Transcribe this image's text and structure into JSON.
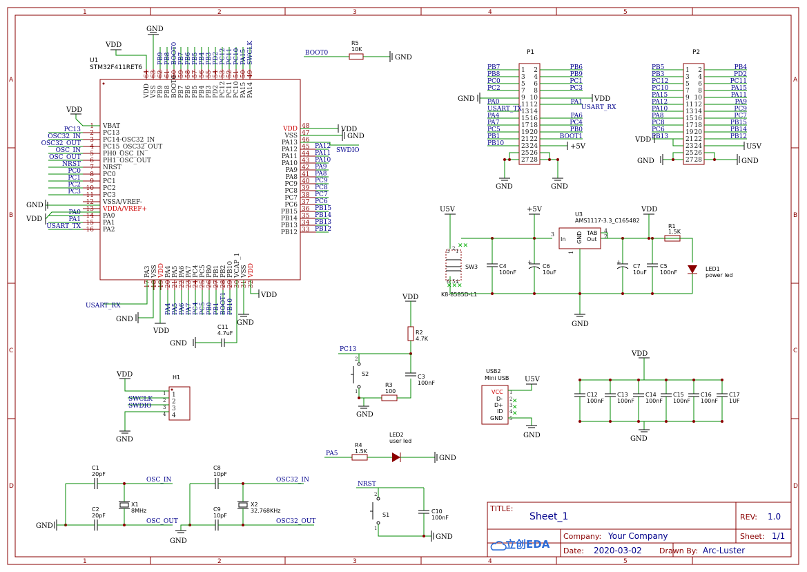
{
  "title_block": {
    "title_label": "TITLE:",
    "title": "Sheet_1",
    "rev_label": "REV:",
    "rev": "1.0",
    "company_label": "Company:",
    "company": "Your Company",
    "sheet_label": "Sheet:",
    "sheet": "1/1",
    "date_label": "Date:",
    "date": "2020-03-02",
    "drawn_label": "Drawn By:",
    "drawn_by": "Arc-Luster",
    "logo": "立创EDA"
  },
  "grid": {
    "cols": [
      "1",
      "2",
      "3",
      "4",
      "5"
    ],
    "rows": [
      "A",
      "B",
      "C",
      "D"
    ]
  },
  "colors": {
    "wire": "#008800",
    "frame": "#8a0000",
    "net": "#00008b",
    "pin_number": "#cc0000"
  },
  "mcu": {
    "ref": "U1",
    "value": "STM32F411RET6",
    "top_pins": [
      {
        "n": "64",
        "name": "VDD"
      },
      {
        "n": "63",
        "name": "VSS"
      },
      {
        "n": "62",
        "name": "PB9"
      },
      {
        "n": "61",
        "name": "PB8"
      },
      {
        "n": "60",
        "name": "BOOT0"
      },
      {
        "n": "59",
        "name": "PB7"
      },
      {
        "n": "58",
        "name": "PB6"
      },
      {
        "n": "57",
        "name": "PB5"
      },
      {
        "n": "56",
        "name": "PB4"
      },
      {
        "n": "55",
        "name": "PB3"
      },
      {
        "n": "54",
        "name": "PD2"
      },
      {
        "n": "53",
        "name": "PC12"
      },
      {
        "n": "52",
        "name": "PC11"
      },
      {
        "n": "51",
        "name": "PC10"
      },
      {
        "n": "50",
        "name": "PA15"
      },
      {
        "n": "49",
        "name": "PA14"
      }
    ],
    "top_nets": [
      "",
      "",
      "PB9",
      "PB8",
      "BOOT0",
      "PB7",
      "PB6",
      "PB5",
      "PB4",
      "PB3",
      "PD2",
      "PC12",
      "PC11",
      "PC10",
      "PA15",
      "SWCLK"
    ],
    "left_pins": [
      {
        "n": "1",
        "name": "VBAT"
      },
      {
        "n": "2",
        "name": "PC13"
      },
      {
        "n": "3",
        "name": "PC14-OSC32_IN"
      },
      {
        "n": "4",
        "name": "PC15_OSC32_OUT"
      },
      {
        "n": "5",
        "name": "PH0_OSC_IN"
      },
      {
        "n": "6",
        "name": "PH1_OSC_OUT"
      },
      {
        "n": "7",
        "name": "NRST"
      },
      {
        "n": "8",
        "name": "PC0"
      },
      {
        "n": "9",
        "name": "PC1"
      },
      {
        "n": "10",
        "name": "PC2"
      },
      {
        "n": "11",
        "name": "PC3"
      },
      {
        "n": "12",
        "name": "VSSA/VREF-"
      },
      {
        "n": "13",
        "name": "VDDA/VREF+"
      },
      {
        "n": "14",
        "name": "PA0"
      },
      {
        "n": "15",
        "name": "PA1"
      },
      {
        "n": "16",
        "name": "PA2"
      }
    ],
    "left_nets": [
      "",
      "PC13",
      "OSC32_IN",
      "OSC32_OUT",
      "OSC_IN",
      "OSC_OUT",
      "NRST",
      "PC0",
      "PC1",
      "PC2",
      "PC3",
      "",
      "",
      "PA0",
      "PA1",
      "USART_TX"
    ],
    "right_pins": [
      {
        "n": "48",
        "name": "VDD"
      },
      {
        "n": "47",
        "name": "VSS"
      },
      {
        "n": "46",
        "name": "PA13"
      },
      {
        "n": "45",
        "name": "PA12"
      },
      {
        "n": "44",
        "name": "PA11"
      },
      {
        "n": "43",
        "name": "PA10"
      },
      {
        "n": "42",
        "name": "PA9"
      },
      {
        "n": "41",
        "name": "PA8"
      },
      {
        "n": "40",
        "name": "PC9"
      },
      {
        "n": "39",
        "name": "PC8"
      },
      {
        "n": "38",
        "name": "PC7"
      },
      {
        "n": "37",
        "name": "PC6"
      },
      {
        "n": "36",
        "name": "PB15"
      },
      {
        "n": "35",
        "name": "PB14"
      },
      {
        "n": "34",
        "name": "PB13"
      },
      {
        "n": "33",
        "name": "PB12"
      }
    ],
    "right_nets": [
      "",
      "",
      "",
      "PA12",
      "PA11",
      "PA10",
      "PA9",
      "PA8",
      "PC9",
      "PC8",
      "PC7",
      "PC6",
      "PB15",
      "PB14",
      "PB13",
      "PB12"
    ],
    "bottom_pins": [
      {
        "n": "17",
        "name": "PA3"
      },
      {
        "n": "18",
        "name": "VSS"
      },
      {
        "n": "19",
        "name": "VDD"
      },
      {
        "n": "20",
        "name": "PA4"
      },
      {
        "n": "21",
        "name": "PA5"
      },
      {
        "n": "22",
        "name": "PA6"
      },
      {
        "n": "23",
        "name": "PA7"
      },
      {
        "n": "24",
        "name": "PC4"
      },
      {
        "n": "25",
        "name": "PC5"
      },
      {
        "n": "26",
        "name": "PB0"
      },
      {
        "n": "27",
        "name": "PB1"
      },
      {
        "n": "28",
        "name": "PB2"
      },
      {
        "n": "29",
        "name": "PB10"
      },
      {
        "n": "30",
        "name": "VCAP_1"
      },
      {
        "n": "31",
        "name": "VSS"
      },
      {
        "n": "32",
        "name": "VDD"
      }
    ],
    "bottom_nets": [
      "",
      "",
      "",
      "PA4",
      "PA5",
      "PA6",
      "PA7",
      "PC4",
      "PC5",
      "PB0",
      "PB1",
      "BOOT1",
      "PB10",
      "",
      "",
      ""
    ]
  },
  "labels": {
    "gnd": "GND",
    "vdd": "VDD",
    "u5v": "U5V",
    "p5v": "+5V",
    "usart_rx": "USART_RX",
    "usart_tx": "USART_TX",
    "swdio": "SWDIO",
    "swclk": "SWCLK",
    "boot0": "BOOT0",
    "pc13": "PC13",
    "pa5": "PA5",
    "nrst": "NRST",
    "osc_in": "OSC_IN",
    "osc_out": "OSC_OUT",
    "osc32_in": "OSC32_IN",
    "osc32_out": "OSC32_OUT"
  },
  "p1": {
    "ref": "P1",
    "left_nets": [
      "PB7",
      "PB8",
      "PC0",
      "PC2",
      "",
      "PA0",
      "USART_TX",
      "PA4",
      "PA7",
      "PC5",
      "PB1",
      "PB10",
      "",
      ""
    ],
    "right_nets": [
      "PB6",
      "PB9",
      "PC1",
      "PC3",
      "",
      "PA1",
      "",
      "PA6",
      "PC4",
      "PB0",
      "BOOT1",
      "",
      "",
      ""
    ],
    "right_extra": "USART_RX"
  },
  "p2": {
    "ref": "P2",
    "left_nets": [
      "PB5",
      "PB3",
      "PC12",
      "PC10",
      "PA15",
      "PA12",
      "PA10",
      "PA8",
      "PC8",
      "PC6",
      "PB13",
      "",
      "",
      ""
    ],
    "right_nets": [
      "PB4",
      "PD2",
      "PC11",
      "PA15",
      "PA11",
      "PA9",
      "PC9",
      "PC7",
      "PB15",
      "PB14",
      "PB12",
      "",
      "",
      ""
    ]
  },
  "components": {
    "r5": {
      "ref": "R5",
      "value": "10K"
    },
    "r1": {
      "ref": "R1",
      "value": "1.5K"
    },
    "r2": {
      "ref": "R2",
      "value": "4.7K"
    },
    "r3": {
      "ref": "R3",
      "value": "100"
    },
    "r4": {
      "ref": "R4",
      "value": "1.5K"
    },
    "u3": {
      "ref": "U3",
      "value": "AMS1117-3.3_C165482",
      "pin_in": "In",
      "pin_gnd": "GND",
      "pin_tab": "TAB",
      "pin_out": "Out"
    },
    "sw3": {
      "ref": "SW3",
      "value": "K8-8585D-L1"
    },
    "c4": {
      "ref": "C4",
      "value": "100nF"
    },
    "c6": {
      "ref": "C6",
      "value": "10uF"
    },
    "c7": {
      "ref": "C7",
      "value": "10uF"
    },
    "c5": {
      "ref": "C5",
      "value": "100nF"
    },
    "led1": {
      "ref": "LED1",
      "value": "power led"
    },
    "led2": {
      "ref": "LED2",
      "value": "user led"
    },
    "s2": {
      "ref": "S2"
    },
    "s1": {
      "ref": "S1"
    },
    "c3": {
      "ref": "C3",
      "value": "100nF"
    },
    "c10": {
      "ref": "C10",
      "value": "100nF"
    },
    "c11": {
      "ref": "C11",
      "value": "4.7uF"
    },
    "h1": {
      "ref": "H1",
      "pins": [
        "SWCLK",
        "SWDIO"
      ]
    },
    "usb2": {
      "ref": "USB2",
      "value": "Mini USB",
      "pins": [
        "VCC",
        "D-",
        "D+",
        "ID",
        "GND"
      ]
    },
    "c1": {
      "ref": "C1",
      "value": "20pF"
    },
    "c2": {
      "ref": "C2",
      "value": "20pF"
    },
    "x1": {
      "ref": "X1",
      "value": "8MHz"
    },
    "c8": {
      "ref": "C8",
      "value": "10pF"
    },
    "c9": {
      "ref": "C9",
      "value": "10pF"
    },
    "x2": {
      "ref": "X2",
      "value": "32.768KHz"
    },
    "decoupling": [
      {
        "ref": "C12",
        "value": "100nF"
      },
      {
        "ref": "C13",
        "value": "100nF"
      },
      {
        "ref": "C14",
        "value": "100nF"
      },
      {
        "ref": "C15",
        "value": "100nF"
      },
      {
        "ref": "C16",
        "value": "100nF"
      },
      {
        "ref": "C17",
        "value": "1UF"
      }
    ]
  }
}
